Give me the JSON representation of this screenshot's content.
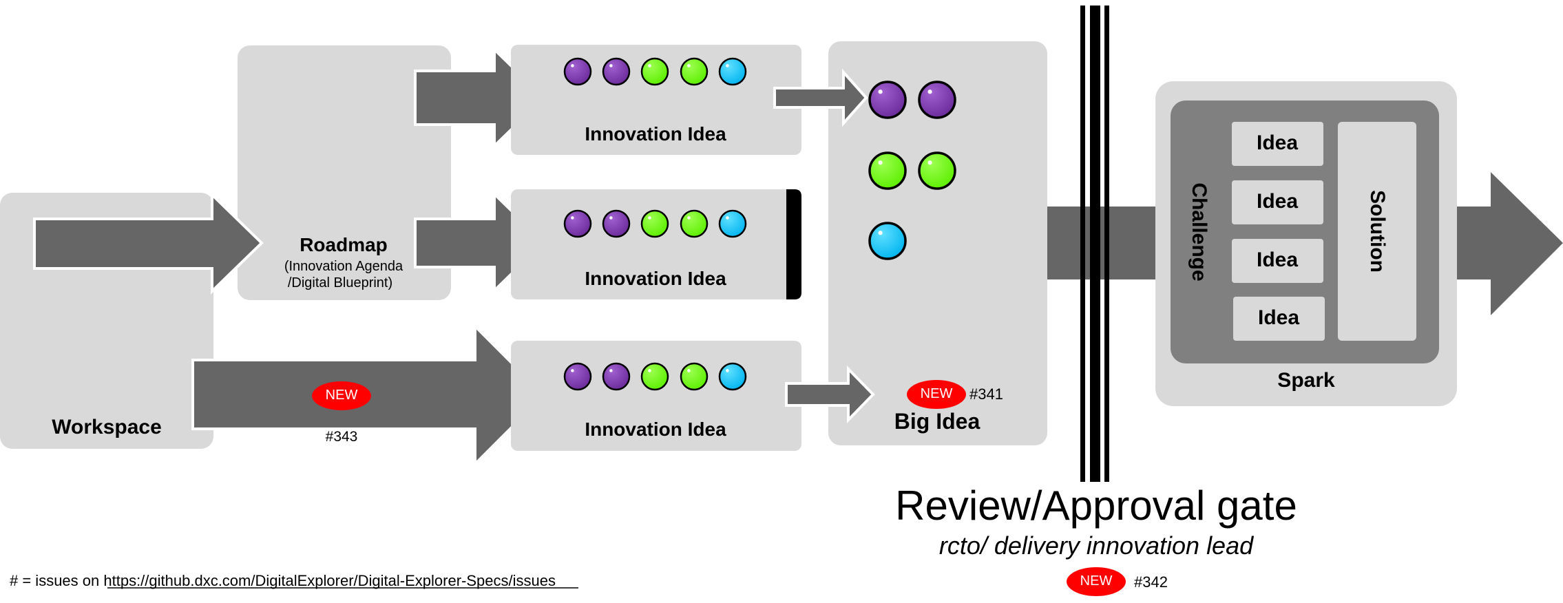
{
  "workspace": {
    "label": "Workspace"
  },
  "roadmap": {
    "title": "Roadmap",
    "subtitle_line1": "(Innovation Agenda",
    "subtitle_line2": "/Digital Blueprint)"
  },
  "innovation_ideas": [
    {
      "label": "Innovation Idea"
    },
    {
      "label": "Innovation Idea"
    },
    {
      "label": "Innovation Idea"
    }
  ],
  "big_idea": {
    "label": "Big Idea",
    "issue": "#341"
  },
  "gate": {
    "title": "Review/Approval gate",
    "subtitle": "rcto/ delivery innovation lead",
    "issue": "#342"
  },
  "spark": {
    "label": "Spark",
    "challenge": "Challenge",
    "solution": "Solution",
    "ideas": [
      "Idea",
      "Idea",
      "Idea",
      "Idea"
    ]
  },
  "new_badge": "NEW",
  "arrow_issue": "#343",
  "footer": {
    "prefix": "# = issues on ",
    "link": "https://github.dxc.com/DigitalExplorer/Digital-Explorer-Specs/issues"
  },
  "colors": {
    "purple": "#7030a0",
    "green": "#66ff00",
    "blue": "#00c0ff",
    "panel": "#d9d9d9",
    "arrow": "#666666",
    "spark_inner": "#808080",
    "badge": "#ff0000"
  },
  "ball_sequence": [
    "purple",
    "purple",
    "green",
    "green",
    "blue"
  ]
}
